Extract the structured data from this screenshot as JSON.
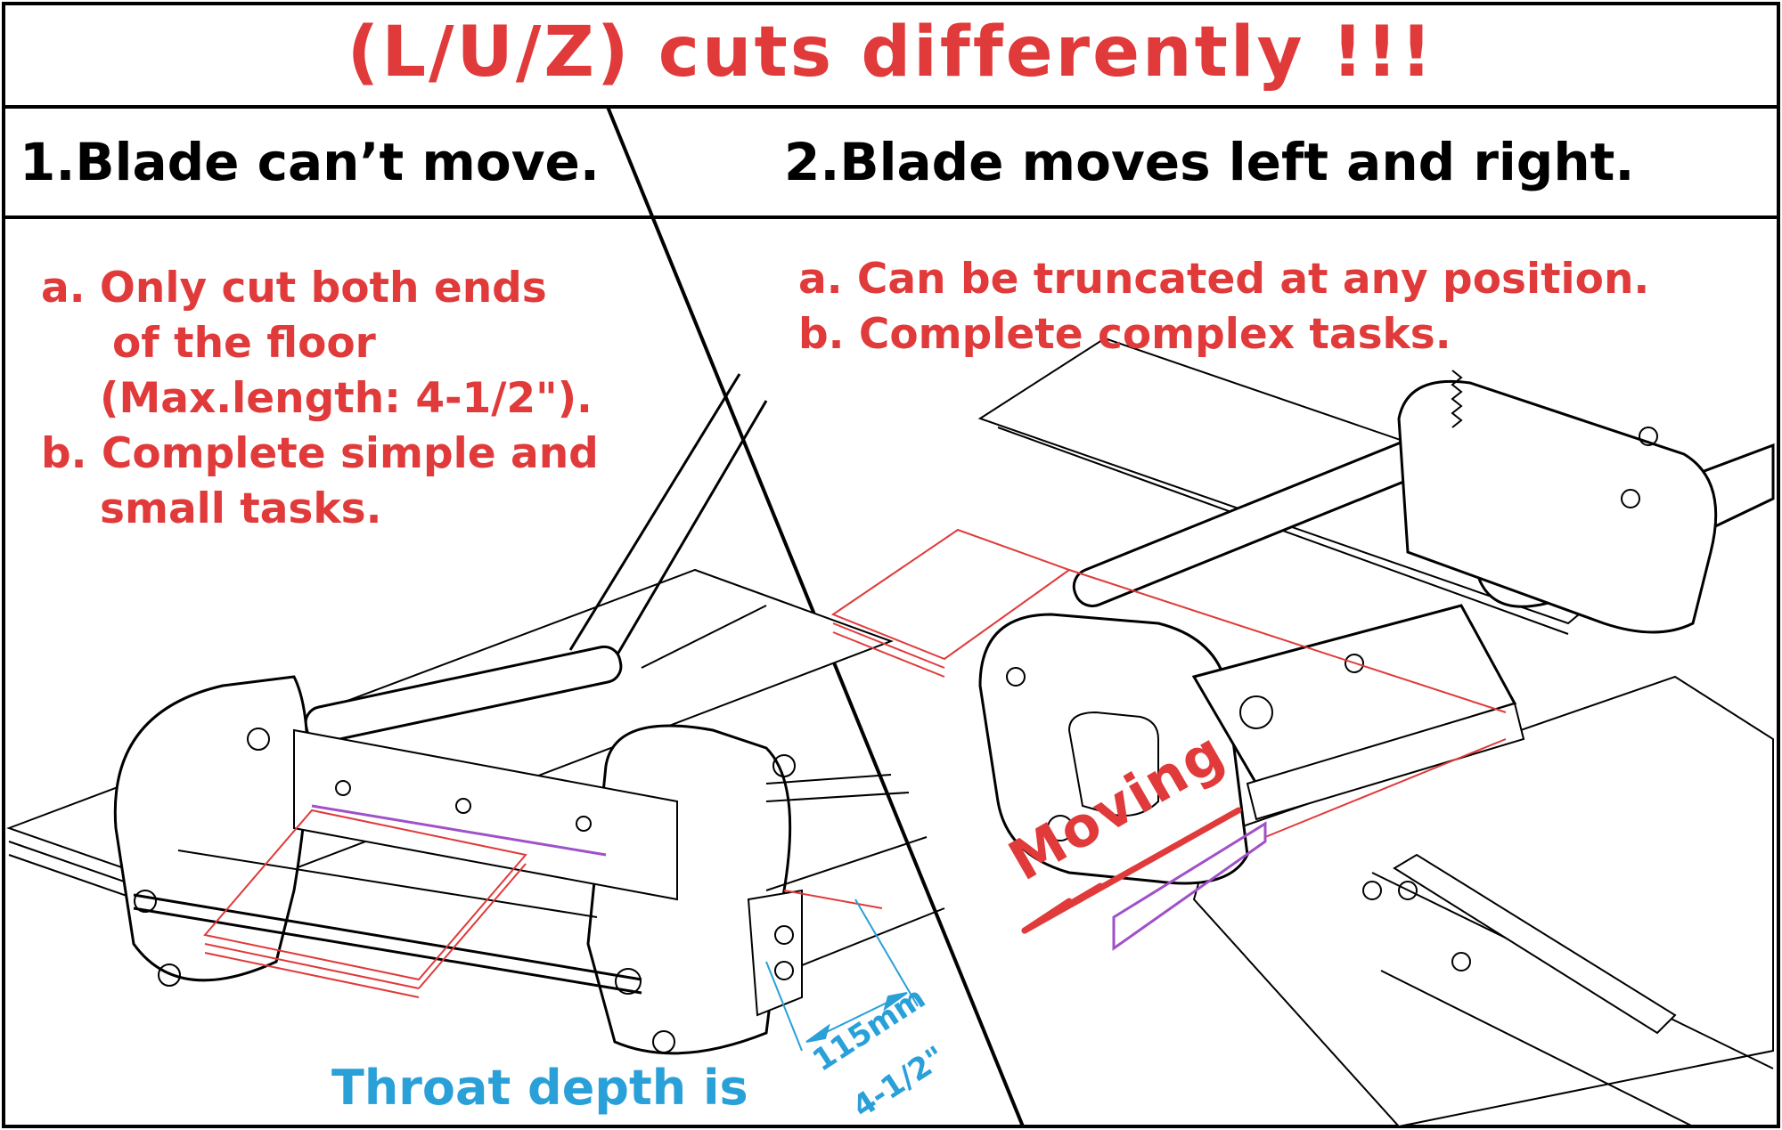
{
  "colors": {
    "accent_red": "#e03a3a",
    "accent_blue": "#2aa0d8",
    "line": "#000000",
    "purple": "#a050c8"
  },
  "title": "(L/U/Z) cuts differently !!!",
  "left_panel": {
    "heading": "1.Blade can’t move.",
    "lines": [
      "a. Only cut both ends",
      "of the floor",
      "(Max.length: 4-1/2\").",
      "b. Complete simple and",
      "small tasks."
    ],
    "throat_label": "Throat depth is",
    "dim_mm": "115mm",
    "dim_in": "4-1/2\""
  },
  "right_panel": {
    "heading": "2.Blade moves left and right.",
    "lines": [
      "a. Can be truncated at any position.",
      "b. Complete complex tasks."
    ],
    "moving_label": "Moving"
  },
  "icons": [
    "left-cutter-illustration",
    "right-cutter-illustration",
    "moving-arrow-icon",
    "ruler-icon"
  ]
}
